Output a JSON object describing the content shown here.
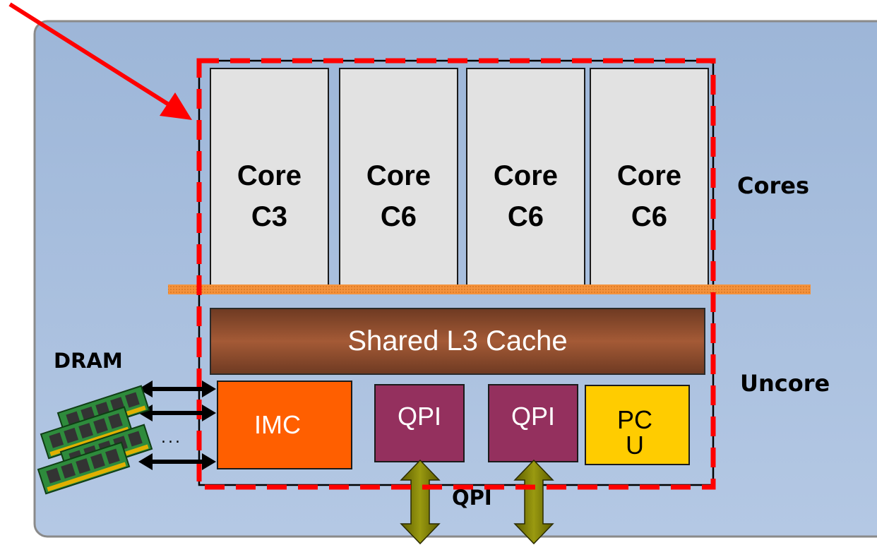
{
  "cores": [
    {
      "line1": "Core",
      "line2": "C3"
    },
    {
      "line1": "Core",
      "line2": "C6"
    },
    {
      "line1": "Core",
      "line2": "C6"
    },
    {
      "line1": "Core",
      "line2": "C6"
    }
  ],
  "labels": {
    "cores": "Cores",
    "uncore": "Uncore",
    "dram": "DRAM",
    "qpi_bottom": "QPI",
    "ellipsis": "..."
  },
  "uncore": {
    "cache": "Shared L3 Cache",
    "imc": "IMC",
    "qpi1": "QPI",
    "qpi2": "QPI",
    "pcu_line1": "PC",
    "pcu_line2": "U"
  },
  "colors": {
    "background_panel": "#a6bedd",
    "core_fill": "#e2e2e2",
    "cache_fill": "#8a4a2c",
    "imc_fill": "#ff5f00",
    "qpi_fill": "#94305e",
    "pcu_fill": "#ffcc00",
    "highlight": "#ff0000",
    "separator": "#f4923c",
    "qpi_arrow": "#808000"
  }
}
